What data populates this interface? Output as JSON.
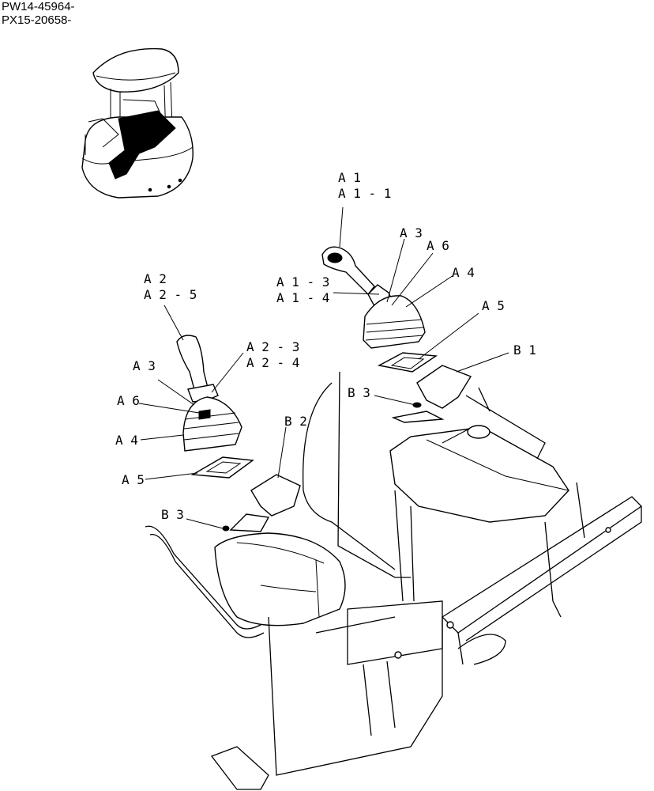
{
  "serial_ranges": [
    "PW14-45964-",
    "PX15-20658-"
  ],
  "callouts": {
    "a1": "A 1",
    "a1_1": "A 1 - 1",
    "a3_right": "A 3",
    "a6_right": "A 6",
    "a1_3": "A 1 - 3",
    "a1_4": "A 1 - 4",
    "a4_right": "A 4",
    "a5_right": "A 5",
    "b1": "B 1",
    "b3_right": "B 3",
    "a2": "A 2",
    "a2_5": "A 2 - 5",
    "a2_3": "A 2 - 3",
    "a2_4": "A 2 - 4",
    "a3_left": "A 3",
    "a6_left": "A 6",
    "a4_left": "A 4",
    "b2": "B 2",
    "a5_left": "A 5",
    "b3_left": "B 3"
  }
}
